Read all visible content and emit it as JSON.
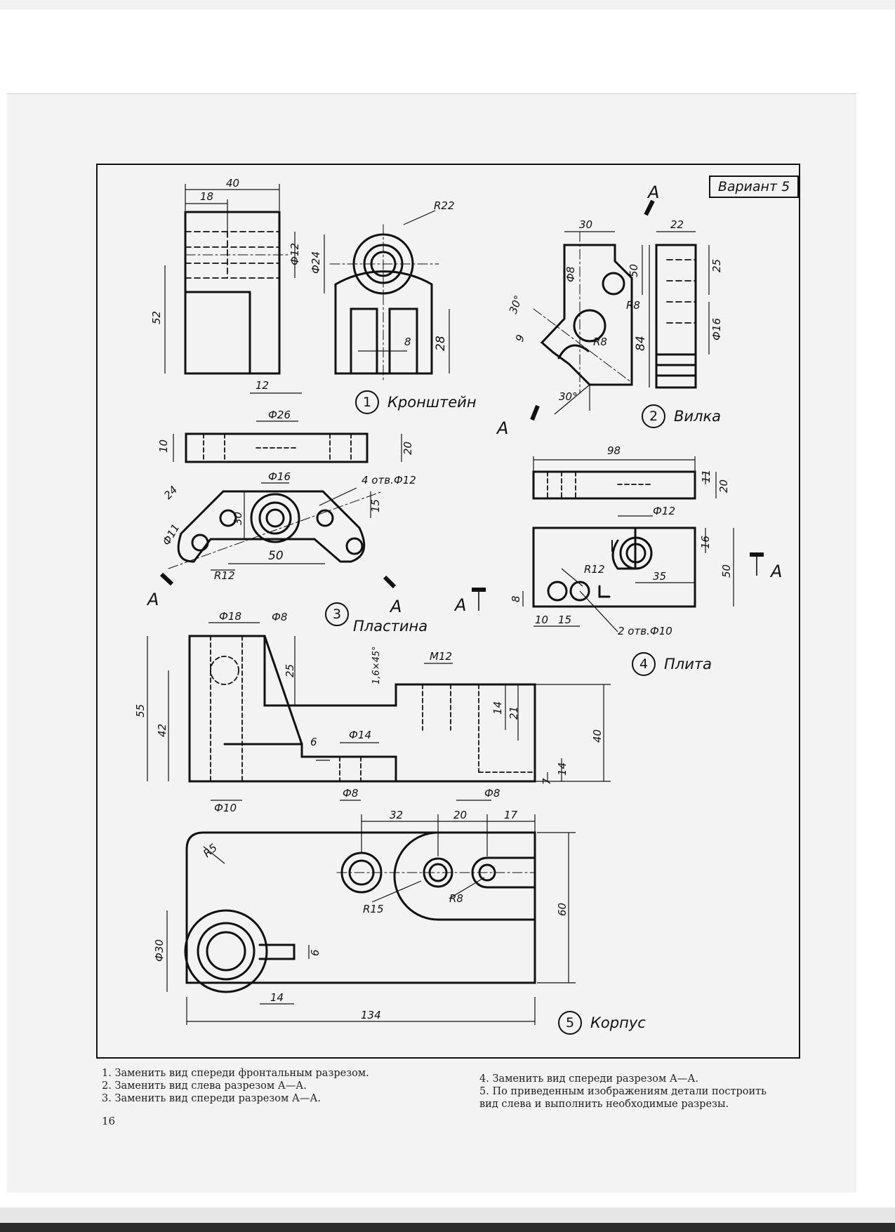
{
  "variant": "Вариант 5",
  "parts": [
    {
      "number": "1",
      "name": "Кронштейн"
    },
    {
      "number": "2",
      "name": "Вилка"
    },
    {
      "number": "3",
      "name": "Пластина"
    },
    {
      "number": "4",
      "name": "Плита"
    },
    {
      "number": "5",
      "name": "Корпус"
    }
  ],
  "dimensions": {
    "p1": {
      "w40": "40",
      "w18": "18",
      "d12v": "Ф12",
      "h52": "52",
      "w12": "12",
      "d24": "Ф24",
      "r22": "R22",
      "w8": "8",
      "h28": "28"
    },
    "p2": {
      "w30": "30",
      "h50": "50",
      "d8": "Ф8",
      "r8a": "R8",
      "a30": "30°",
      "n9": "9",
      "r8b": "R8",
      "h84": "84",
      "a30b": "30°",
      "w22": "22",
      "h25": "25",
      "d16": "Ф16",
      "secA": "A"
    },
    "p3": {
      "d26": "Ф26",
      "h10": "10",
      "h20": "20",
      "d16": "Ф16",
      "holes": "4 отв.Ф12",
      "w24": "24",
      "h15": "15",
      "d11": "Ф11",
      "h30": "30",
      "w50": "50",
      "r12": "R12",
      "secA": "A"
    },
    "p4": {
      "w98": "98",
      "h11": "11",
      "h20": "20",
      "d12": "Ф12",
      "h16": "16",
      "r12": "R12",
      "h50": "50",
      "w35": "35",
      "h8": "8",
      "w10": "10",
      "w15": "15",
      "holes": "2 отв.Ф10",
      "secA": "A"
    },
    "p5": {
      "d18": "Ф18",
      "d8a": "Ф8",
      "chamfer": "1,6×45°",
      "m12": "M12",
      "h55": "55",
      "h42": "42",
      "h25": "25",
      "h14a": "14",
      "h21": "21",
      "h40": "40",
      "h6": "6",
      "d14": "Ф14",
      "h7": "7",
      "h14b": "14",
      "d10": "Ф10",
      "d8b": "Ф8",
      "d8c": "Ф8",
      "w32": "32",
      "w20": "20",
      "w17": "17",
      "r5": "R5",
      "r15": "R15",
      "r8": "R8",
      "h60": "60",
      "d30": "Ф30",
      "h6b": "6",
      "w14": "14",
      "w134": "134"
    }
  },
  "instructions": [
    "1. Заменить вид спереди фронтальным разрезом.",
    "2. Заменить вид слева разрезом А—А.",
    "3. Заменить вид спереди разрезом А—А.",
    "4. Заменить вид спереди разрезом А—А.",
    "5. По приведенным изображениям детали построить",
    "вид слева и выполнить необходимые разрезы."
  ],
  "page_number": "16"
}
